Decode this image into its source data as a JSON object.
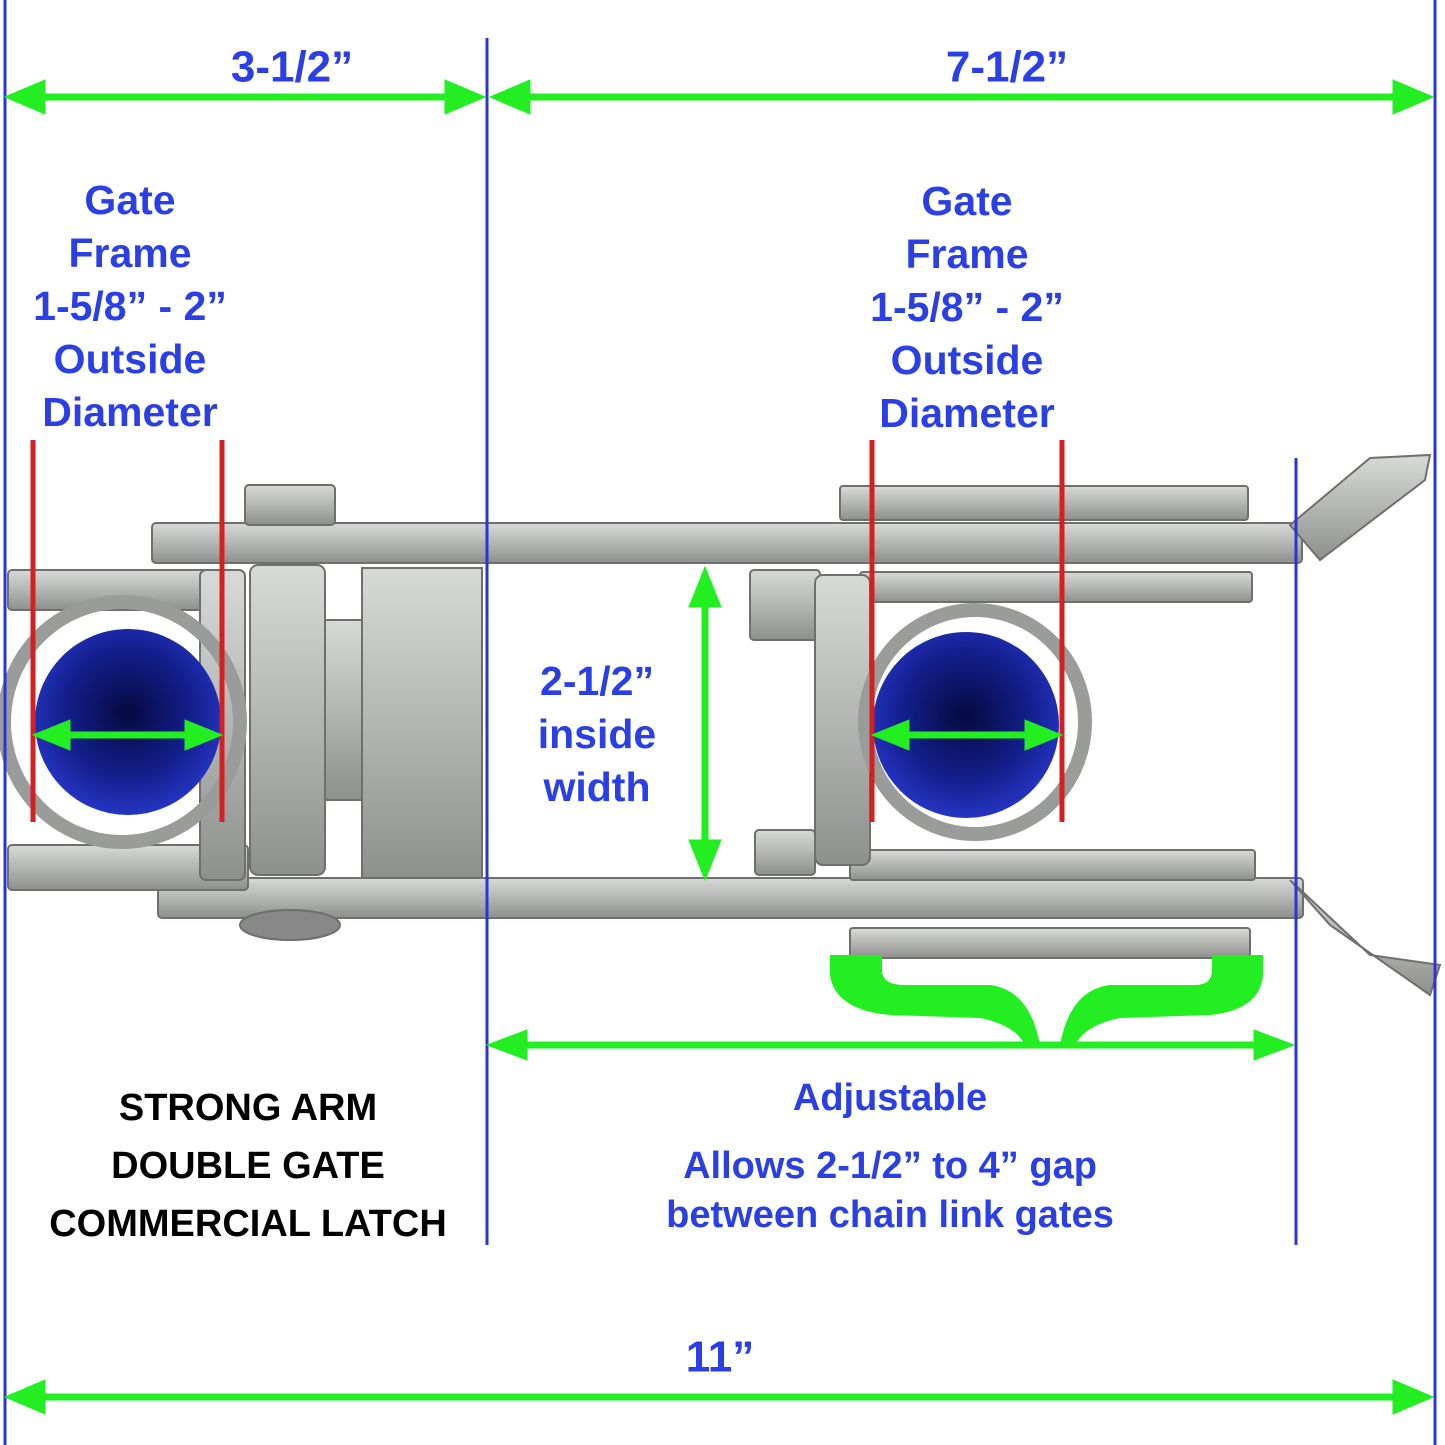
{
  "dimensions": {
    "left_width": "3-1/2”",
    "right_width": "7-1/2”",
    "total_width": "11”"
  },
  "gate_frame_left": [
    "Gate",
    "Frame",
    "1-5/8” - 2”",
    "Outside",
    "Diameter"
  ],
  "gate_frame_right": [
    "Gate",
    "Frame",
    "1-5/8” - 2”",
    "Outside",
    "Diameter"
  ],
  "inside_width": [
    "2-1/2”",
    "inside",
    "width"
  ],
  "adjustable": {
    "title": "Adjustable",
    "line1": "Allows 2-1/2” to 4” gap",
    "line2": "between chain link gates"
  },
  "product_name": [
    "STRONG ARM",
    "DOUBLE GATE",
    "COMMERCIAL LATCH"
  ],
  "colors": {
    "dimension_text": "#2a3fe6",
    "arrow": "#22ee22",
    "guide_line": "#2a35d8",
    "frame_marker": "#d42020",
    "pipe": "#101a80",
    "metal": "#b8bab8"
  }
}
